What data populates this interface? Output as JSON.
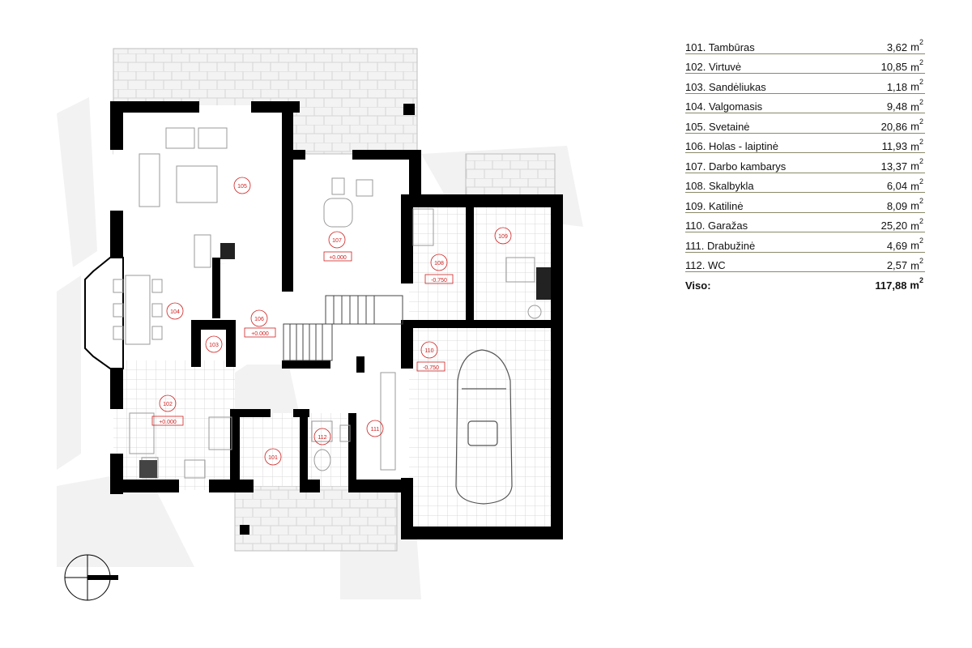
{
  "rooms": [
    {
      "number": "101",
      "name": "Tambūras",
      "area": "3,62",
      "unit": "m",
      "unit_exp": "2"
    },
    {
      "number": "102",
      "name": "Virtuvė",
      "area": "10,85",
      "unit": "m",
      "unit_exp": "2"
    },
    {
      "number": "103",
      "name": "Sandėliukas",
      "area": "1,18",
      "unit": "m",
      "unit_exp": "2"
    },
    {
      "number": "104",
      "name": "Valgomasis",
      "area": "9,48",
      "unit": "m",
      "unit_exp": "2"
    },
    {
      "number": "105",
      "name": "Svetainė",
      "area": "20,86",
      "unit": "m",
      "unit_exp": "2"
    },
    {
      "number": "106",
      "name": "Holas - laiptinė",
      "area": "11,93",
      "unit": "m",
      "unit_exp": "2"
    },
    {
      "number": "107",
      "name": "Darbo kambarys",
      "area": "13,37",
      "unit": "m",
      "unit_exp": "2"
    },
    {
      "number": "108",
      "name": "Skalbykla",
      "area": "6,04",
      "unit": "m",
      "unit_exp": "2"
    },
    {
      "number": "109",
      "name": "Katilinė",
      "area": "8,09",
      "unit": "m",
      "unit_exp": "2"
    },
    {
      "number": "110",
      "name": "Garažas",
      "area": "25,20",
      "unit": "m",
      "unit_exp": "2"
    },
    {
      "number": "111",
      "name": "Drabužinė",
      "area": "4,69",
      "unit": "m",
      "unit_exp": "2"
    },
    {
      "number": "112",
      "name": "WC",
      "area": "2,57",
      "unit": "m",
      "unit_exp": "2"
    }
  ],
  "total": {
    "label": "Viso:",
    "area": "117,88",
    "unit": "m",
    "unit_exp": "2"
  },
  "plan_labels": {
    "r101": "101",
    "r102": "102",
    "r103": "103",
    "r104": "104",
    "r105": "105",
    "r106": "106",
    "r107": "107",
    "r108": "108",
    "r109": "109",
    "r110": "110",
    "r111": "111",
    "r112": "112",
    "lvl102": "+0.000",
    "lvl106": "+0.000",
    "lvl107": "+0.000",
    "lvl108": "-0.750",
    "lvl110": "-0.750"
  },
  "colors": {
    "wall": "#000000",
    "label": "#d02020",
    "tile": "#d4d4d4",
    "paving": "#e8e8e8",
    "shadow": "#f1f1f1",
    "rule": "#8a8a6a"
  }
}
